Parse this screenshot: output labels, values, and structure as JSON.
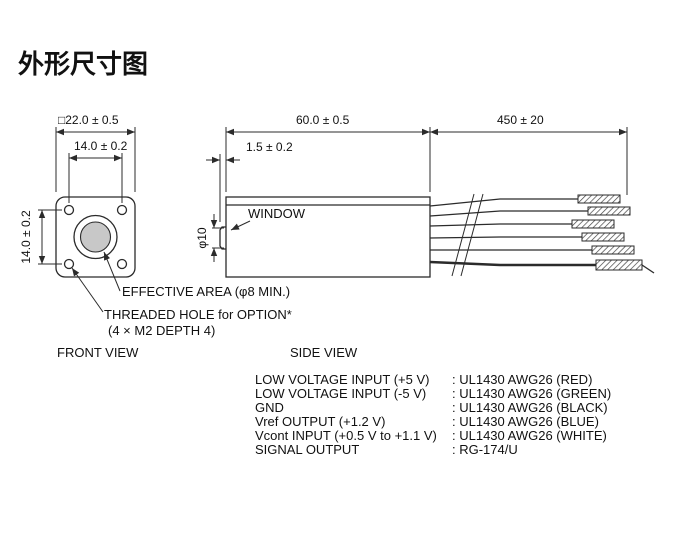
{
  "title": "外形尺寸图",
  "front_view": {
    "label": "FRONT VIEW",
    "dim_square": "□22.0 ± 0.5",
    "dim_hole_h": "14.0 ± 0.2",
    "dim_hole_v": "14.0 ± 0.2",
    "effective_area_label": "EFFECTIVE AREA (φ8 MIN.)",
    "threaded_hole_line1": "THREADED HOLE for OPTION*",
    "threaded_hole_line2": "(4 × M2 DEPTH 4)"
  },
  "side_view": {
    "label": "SIDE VIEW",
    "dim_length": "60.0 ± 0.5",
    "dim_cable_length": "450 ± 20",
    "dim_window_offset": "1.5 ± 0.2",
    "dim_window_dia": "φ10",
    "window_label": "WINDOW"
  },
  "wires": [
    {
      "name": "LOW VOLTAGE INPUT (+5 V)",
      "spec": ": UL1430 AWG26 (RED)"
    },
    {
      "name": "LOW VOLTAGE INPUT (-5 V)",
      "spec": ": UL1430 AWG26 (GREEN)"
    },
    {
      "name": "GND",
      "spec": ": UL1430 AWG26 (BLACK)"
    },
    {
      "name": "Vref OUTPUT (+1.2 V)",
      "spec": ": UL1430 AWG26 (BLUE)"
    },
    {
      "name": "Vcont INPUT (+0.5 V to +1.1 V)",
      "spec": ": UL1430 AWG26 (WHITE)"
    },
    {
      "name": "SIGNAL OUTPUT",
      "spec": ": RG-174/U"
    }
  ],
  "colors": {
    "line": "#2b2b2b",
    "window_fill": "#c8c8c8"
  }
}
